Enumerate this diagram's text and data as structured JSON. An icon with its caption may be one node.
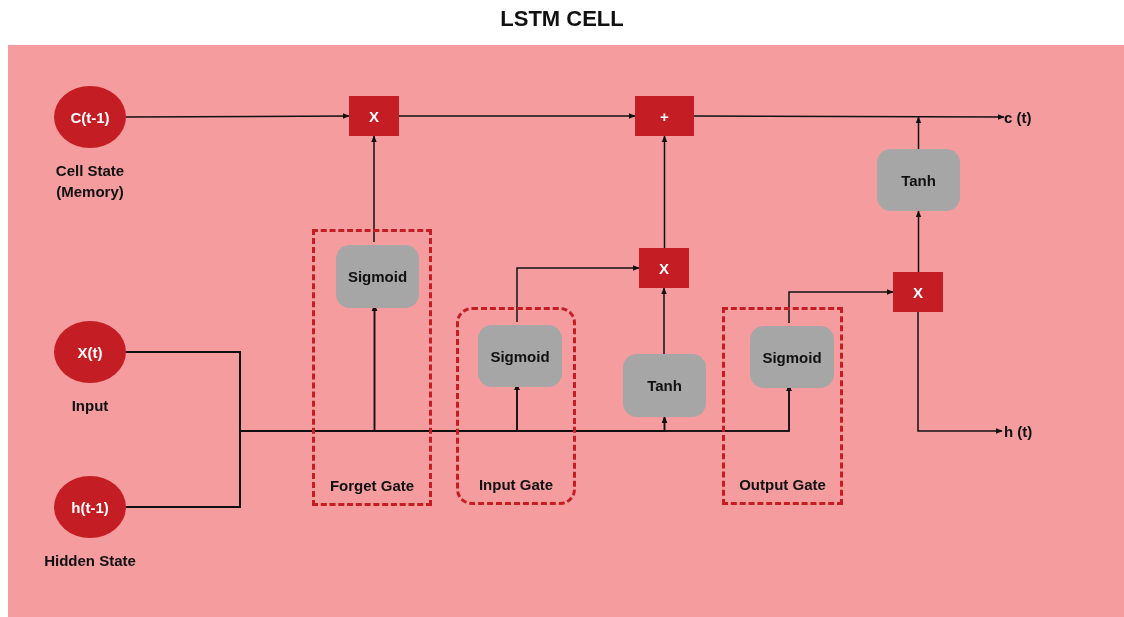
{
  "diagram": {
    "title": "LSTM CELL",
    "nodes": [
      {
        "text": [
          "C(t-1)"
        ],
        "beside": [
          "Cell State (Memory)"
        ]
      },
      {
        "text": [
          "X(t)"
        ],
        "beside": [
          "Input"
        ]
      },
      {
        "text": [
          "h(t-1)"
        ],
        "beside": [
          "Hidden State"
        ]
      },
      {
        "text": [
          "Forget Gate"
        ]
      },
      {
        "text": [
          "Sigmoid"
        ],
        "in": 3
      },
      {
        "text": [
          "Input Gate"
        ]
      },
      {
        "text": [
          "Sigmoid"
        ],
        "in": 5
      },
      {
        "text": [
          "Output Gate"
        ]
      },
      {
        "text": [
          "Sigmoid"
        ],
        "in": 7
      },
      {
        "text": [
          "X"
        ]
      },
      {
        "text": [
          "+"
        ]
      },
      {
        "text": [
          "X"
        ]
      },
      {
        "text": [
          "Tanh"
        ]
      },
      {
        "text": [
          "Tanh"
        ]
      },
      {
        "text": [
          "X"
        ]
      },
      {
        "text": [
          "c (t)"
        ]
      },
      {
        "text": [
          "h (t)"
        ]
      }
    ],
    "edges": [
      {
        "from": 0,
        "to": 9,
        "arrow": "to"
      },
      {
        "from": 9,
        "to": 10,
        "arrow": "to"
      },
      {
        "from": 10,
        "to": 15,
        "arrow": "to"
      },
      {
        "from": 4,
        "to": 9,
        "arrow": "to"
      },
      {
        "from": 6,
        "to": 11,
        "arrow": "to"
      },
      {
        "from": 12,
        "to": 11,
        "arrow": "to"
      },
      {
        "from": 11,
        "to": 10,
        "arrow": "to"
      },
      {
        "from": 8,
        "to": 14,
        "arrow": "to"
      },
      {
        "from": 14,
        "to": 13,
        "arrow": "to"
      },
      {
        "from": 13,
        "to": null,
        "arrow": "to"
      },
      {
        "from": 14,
        "to": 16,
        "arrow": "to"
      },
      {
        "from": 1,
        "to": 4,
        "arrow": "to"
      },
      {
        "from": 1,
        "to": 6,
        "arrow": "to"
      },
      {
        "from": 1,
        "to": 12,
        "arrow": "to"
      },
      {
        "from": 1,
        "to": 8,
        "arrow": "to"
      },
      {
        "from": 2,
        "to": 4,
        "arrow": "to"
      },
      {
        "from": 2,
        "to": 6,
        "arrow": "to"
      },
      {
        "from": 2,
        "to": 12,
        "arrow": "to"
      },
      {
        "from": 2,
        "to": 8,
        "arrow": "to"
      }
    ]
  }
}
